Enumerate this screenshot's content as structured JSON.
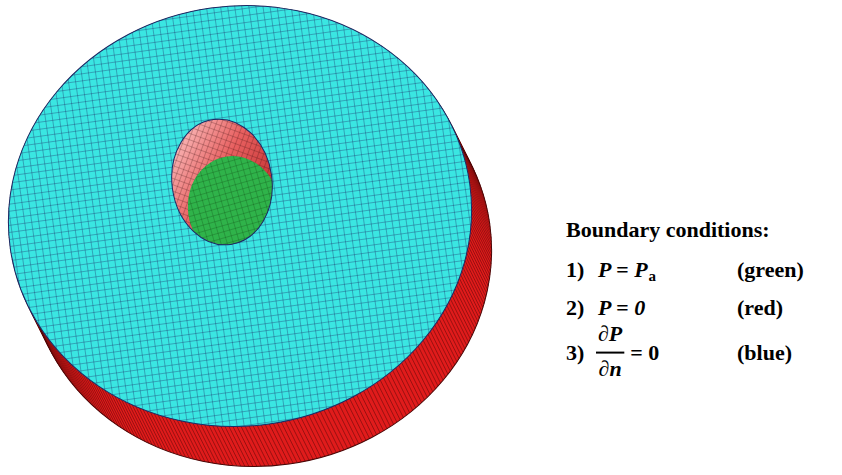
{
  "diagram": {
    "labels": [
      "Boundary conditions:",
      "1)",
      "P = P",
      "a",
      "(green)",
      "2)",
      "P = 0",
      "(red)",
      "3)",
      "∂P",
      "∂n",
      "= 0",
      "(blue)"
    ]
  }
}
